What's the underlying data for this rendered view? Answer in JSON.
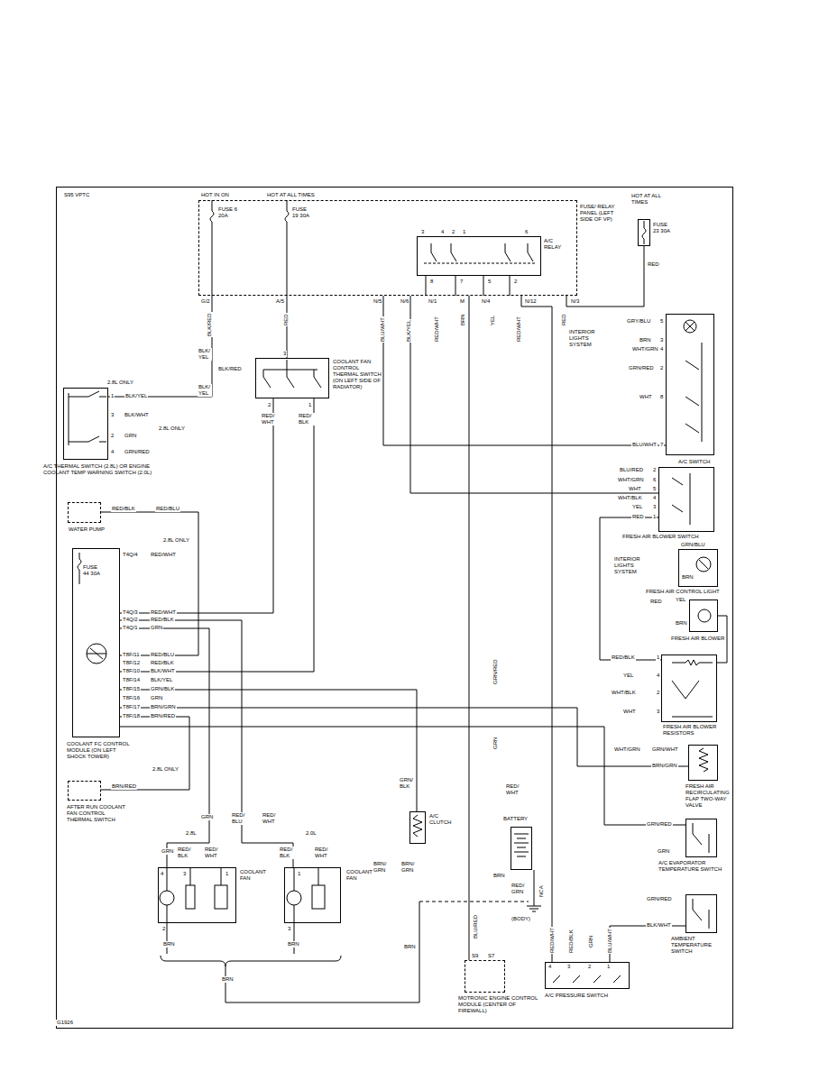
{
  "diagram": {
    "nodes": [
      {
        "text": [
          "FUSE/ RELAY PANEL (LEFT SIDE OF VP)"
        ]
      },
      {
        "text": [
          "A/C RELAY"
        ],
        "in": 0
      },
      {
        "text": [
          "HOT AT ALL TIMES",
          "FUSE 23 30A"
        ]
      },
      {
        "text": [
          "COOLANT FAN CONTROL THERMAL SWITCH (ON LEFT SIDE OF RADIATOR)"
        ]
      },
      {
        "text": [
          "A/C THERMAL SWITCH (2.8L) OR ENGINE COOLANT TEMP WARNING SWITCH (2.0L)"
        ]
      },
      {
        "text": [
          "WATER PUMP"
        ]
      },
      {
        "text": [
          "COOLANT FC CONTROL MODULE (ON LEFT SHOCK TOWER)"
        ]
      },
      {
        "text": [
          "AFTER RUN COOLANT FAN CONTROL THERMAL SWITCH"
        ]
      },
      {
        "text": [
          "COOLANT FAN"
        ]
      },
      {
        "text": [
          "COOLANT FAN"
        ]
      },
      {
        "text": [
          "A/C CLUTCH"
        ]
      },
      {
        "text": [
          "BATTERY"
        ]
      },
      {
        "text": [
          "MOTRONIC ENGINE CONTROL MODULE (CENTER OF FIREWALL)"
        ]
      },
      {
        "text": [
          "A/C PRESSURE SWITCH"
        ]
      },
      {
        "text": [
          "A/C SWITCH"
        ]
      },
      {
        "text": [
          "FRESH AIR BLOWER SWITCH"
        ]
      },
      {
        "text": [
          "FRESH AIR CONTROL LIGHT"
        ]
      },
      {
        "text": [
          "FRESH AIR BLOWER"
        ]
      },
      {
        "text": [
          "FRESH AIR BLOWER RESISTORS"
        ]
      },
      {
        "text": [
          "FRESH AIR RECIRCULATING FLAP TWO-WAY VALVE"
        ]
      },
      {
        "text": [
          "A/C EVAPORATOR TEMPERATURE SWITCH"
        ]
      },
      {
        "text": [
          "AMBIENT TEMPERATURE SWITCH"
        ]
      }
    ],
    "edges": [
      {
        "from": 0,
        "to": 4,
        "arrow": "none"
      },
      {
        "from": 0,
        "to": 3,
        "arrow": "none"
      },
      {
        "from": 3,
        "to": 6,
        "arrow": "none"
      },
      {
        "from": 3,
        "to": 6,
        "arrow": "none"
      },
      {
        "from": 6,
        "to": 8,
        "arrow": "none"
      },
      {
        "from": 6,
        "to": 9,
        "arrow": "none"
      },
      {
        "from": 2,
        "to": 0,
        "arrow": "none"
      },
      {
        "from": 0,
        "to": 14,
        "arrow": "none"
      },
      {
        "from": 13,
        "to": 0,
        "arrow": "none"
      },
      {
        "from": 6,
        "to": 10,
        "arrow": "none"
      },
      {
        "from": 0,
        "to": 12,
        "arrow": "none"
      },
      {
        "from": 15,
        "to": 18,
        "arrow": "none"
      },
      {
        "from": 18,
        "to": 17,
        "arrow": "none"
      },
      {
        "from": 20,
        "to": 6,
        "arrow": "none"
      },
      {
        "from": 21,
        "to": 13,
        "arrow": "none"
      },
      {
        "from": 5,
        "to": 6,
        "arrow": "none"
      },
      {
        "from": 7,
        "to": 6,
        "arrow": "none"
      },
      {
        "from": 19,
        "to": 6,
        "arrow": "none"
      },
      {
        "from": 0,
        "to": 15,
        "arrow": "none"
      }
    ],
    "labels": [
      "S95 VPTC",
      "HOT IN ON",
      "HOT AT ALL TIMES",
      "FUSE 6 20A",
      "FUSE 19 30A",
      "G/2",
      "A/5",
      "N/5",
      "N/6",
      "N/1",
      "M",
      "N/4",
      "N/12",
      "N/3",
      "BLK/RED",
      "RED",
      "BLU/WHT",
      "BLK/YEL",
      "RED/WHT",
      "BRN",
      "YEL",
      "RED/WHT",
      "RED",
      "RED",
      "3",
      "4",
      "2",
      "1",
      "6",
      "8",
      "7",
      "5",
      "2",
      "2.8L ONLY",
      "BLK/YEL",
      "BLK/WHT",
      "2.8L ONLY",
      "GRN",
      "GRN/RED",
      "1",
      "3",
      "2",
      "4",
      "BLK/ YEL",
      "BLK/RED",
      "BLK/ YEL",
      "3",
      "2",
      "1",
      "RED/ WHT",
      "RED/ BLK",
      "RED/BLK",
      "RED/BLU",
      "2.8L ONLY",
      "T4Q/4",
      "RED/WHT",
      "FUSE 44 30A",
      "T4Q/3",
      "RED/WHT",
      "T4Q/2",
      "RED/BLK",
      "T4Q/1",
      "GRN",
      "T8F/11",
      "RED/BLU",
      "T8F/12",
      "RED/BLK",
      "T8F/10",
      "BLK/WHT",
      "T8F/14",
      "BLK/YEL",
      "T8F/15",
      "GRN/BLK",
      "T8F/16",
      "GRN",
      "T8F/17",
      "BRN/GRN",
      "T8F/18",
      "BRN/RED",
      "2.8L ONLY",
      "BRN/RED",
      "GRN",
      "RED/ BLU",
      "RED/ WHT",
      "2.8L",
      "2.0L",
      "GRN",
      "RED/ BLK",
      "RED/ WHT",
      "RED/ BLK",
      "RED/ WHT",
      "4",
      "3",
      "1",
      "1",
      "2",
      "3",
      "BRN",
      "BRN",
      "BRN",
      "BRN/ GRN",
      "BRN/ GRN",
      "BRN",
      "GRN/ BLK",
      "GRN/RED",
      "GRN",
      "RED/ WHT",
      "BLU/RED",
      "BRN",
      "RED/ GRN",
      "NCA",
      "(BODY)",
      "S9",
      "S7",
      "RED/WHT",
      "RED/BLK",
      "GRN",
      "BLU/WHT",
      "4",
      "3",
      "2",
      "1",
      "INTERIOR LIGHTS SYSTEM",
      "GRY/BLU",
      "5",
      "BRN",
      "3",
      "WHT/GRN",
      "4",
      "GRN/RED",
      "2",
      "WHT",
      "8",
      "BLU/WHT",
      "7",
      "BLU/RED",
      "2",
      "WHT/GRN",
      "6",
      "WHT",
      "5",
      "WHT/BLK",
      "4",
      "YEL",
      "3",
      "RED",
      "1",
      "GRN/BLU",
      "INTERIOR LIGHTS SYSTEM",
      "BRN",
      "RED",
      "YEL",
      "BRN",
      "RED/BLK",
      "1",
      "YEL",
      "4",
      "WHT/BLK",
      "2",
      "WHT",
      "3",
      "WHT/GRN",
      "GRN/WHT",
      "BRN/GRN",
      "GRN/RED",
      "GRN",
      "GRN/RED",
      "BLK/WHT",
      "G1926"
    ]
  }
}
